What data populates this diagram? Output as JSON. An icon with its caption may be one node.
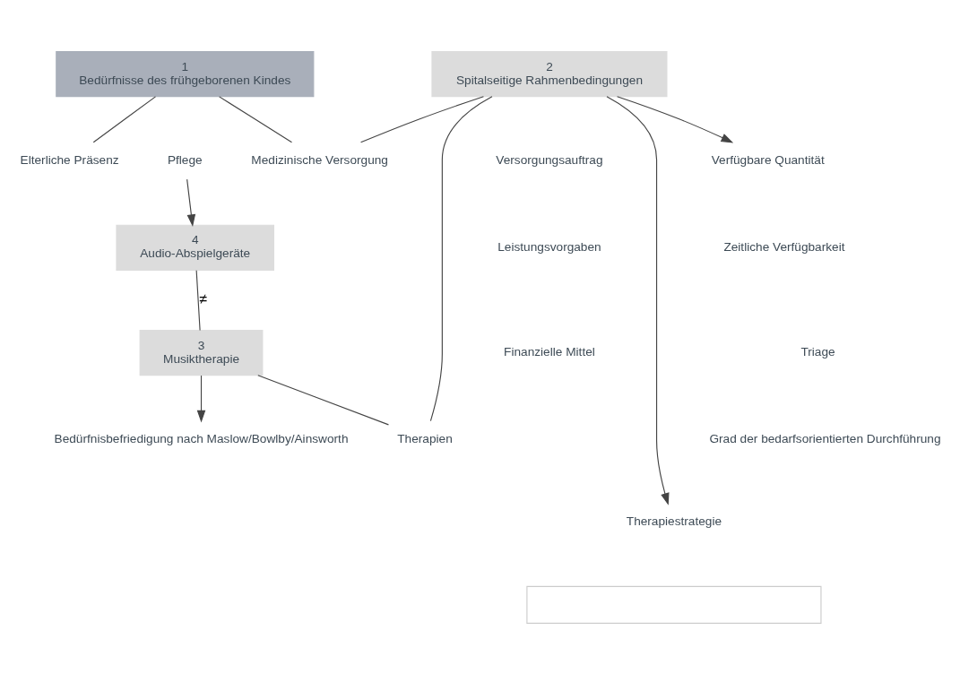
{
  "diagram": {
    "nodes": [
      {
        "text": [
          "1",
          "Bedürfnisse des frühgeborenen Kindes"
        ]
      },
      {
        "text": [
          "2",
          "Spitalseitige Rahmenbedingungen"
        ]
      },
      {
        "text": [
          "4",
          "Audio-Abspielgeräte"
        ]
      },
      {
        "text": [
          "3",
          "Musiktherapie"
        ]
      },
      {
        "text": [
          "Medizinische Versorgung"
        ]
      },
      {
        "text": [
          "Pflege"
        ]
      },
      {
        "text": [
          "Therapien"
        ]
      },
      {
        "text": [
          "Elterliche Präsenz"
        ]
      },
      {
        "text": [
          "Bedürfnisbefriedigung nach Maslow/Bowlby/Ainsworth"
        ]
      },
      {
        "text": [
          "Verfügbare Quantität"
        ]
      },
      {
        "text": [
          "Therapiestrategie"
        ]
      },
      {
        "text": [],
        "shape": "box"
      }
    ],
    "edges": [
      {
        "from": 0,
        "to": 4,
        "arrow": "none"
      },
      {
        "from": 0,
        "to": 7,
        "arrow": "none"
      },
      {
        "from": 1,
        "to": 4,
        "arrow": "none"
      },
      {
        "from": 1,
        "to": 6,
        "arrow": "none"
      },
      {
        "from": 5,
        "to": 2,
        "arrow": "to"
      },
      {
        "from": 3,
        "to": 6,
        "arrow": "none"
      },
      {
        "from": 3,
        "to": 8,
        "arrow": "to"
      },
      {
        "from": 2,
        "to": 3,
        "arrow": "none",
        "label": "≠"
      },
      {
        "from": 1,
        "to": 9,
        "arrow": "to"
      },
      {
        "from": 1,
        "to": 10,
        "arrow": "to"
      }
    ],
    "labels": [
      "Versorgungsauftrag",
      "Leistungsvorgaben",
      "Finanzielle Mittel",
      "Zeitliche Verfügbarkeit",
      "Triage",
      "Grad der bedarfsorientierten Durchführung"
    ]
  }
}
